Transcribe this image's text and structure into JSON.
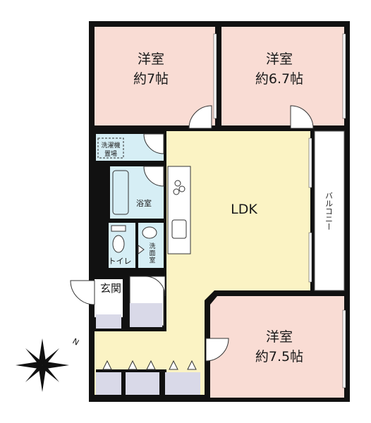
{
  "rooms": {
    "room_nw": {
      "type": "洋室",
      "size": "約7帖"
    },
    "room_ne": {
      "type": "洋室",
      "size": "約6.7帖"
    },
    "room_se": {
      "type": "洋室",
      "size": "約7.5帖"
    },
    "ldk": "LDK",
    "balcony": "バルコニー",
    "laundry": {
      "line1": "洗濯機",
      "line2": "置場"
    },
    "bath": "浴室",
    "washroom": {
      "line1": "洗",
      "line2": "面",
      "line3": "室"
    },
    "toilet": "トイレ",
    "entrance": "玄関"
  },
  "compass": {
    "north_label": "N"
  },
  "colors": {
    "bedroom": "#f9dcd4",
    "ldk": "#fbf3c4",
    "wet_area": "#d6eef5",
    "storage": "#d9d9e8",
    "wall": "#111111"
  }
}
